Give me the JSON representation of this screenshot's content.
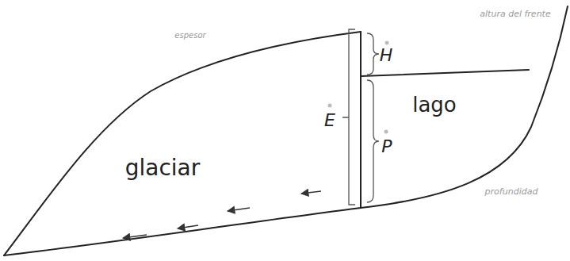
{
  "diagram": {
    "labels": [
      "altura del frente",
      "espesor",
      "H",
      "lago",
      "E",
      "P",
      "glaciar",
      "profundidad"
    ]
  }
}
